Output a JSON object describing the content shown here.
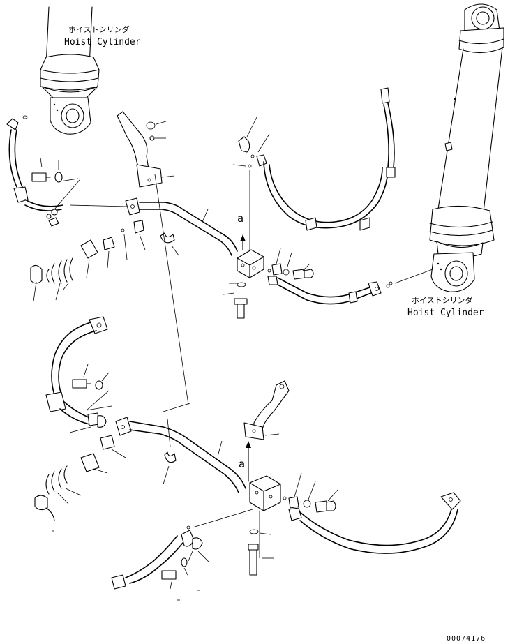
{
  "labels": {
    "top_left_jp": "ホイストシリンダ",
    "top_left_en": "Hoist Cylinder",
    "right_jp": "ホイストシリンダ",
    "right_en": "Hoist Cylinder",
    "marker_a_upper": "a",
    "marker_a_lower": "a",
    "drawing_number": "00074176"
  }
}
